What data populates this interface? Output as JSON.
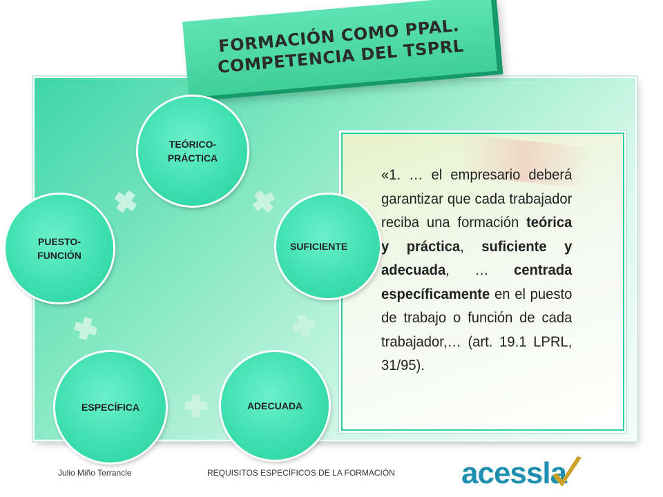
{
  "title": {
    "line1": "FORMACIÓN COMO PPAL.",
    "line2": "COMPETENCIA DEL TSPRL"
  },
  "diagram": {
    "nodes": [
      {
        "id": "teorico-practica",
        "label": "TEÓRICO-\nPRÁCTICA"
      },
      {
        "id": "suficiente",
        "label": "SUFICIENTE"
      },
      {
        "id": "adecuada",
        "label": "ADECUADA"
      },
      {
        "id": "especifica",
        "label": "ESPECÍFICA"
      },
      {
        "id": "puesto-funcion",
        "label": "PUESTO-\nFUNCIÓN"
      }
    ],
    "connector_icon": "plus-icon"
  },
  "quote": {
    "segments": [
      {
        "text": "«1. … el empresario deberá garantizar que cada trabajador reciba una formación ",
        "bold": false
      },
      {
        "text": "teórica y práctica",
        "bold": true
      },
      {
        "text": ", ",
        "bold": false
      },
      {
        "text": "suficiente y adecuada",
        "bold": true
      },
      {
        "text": ", … ",
        "bold": false
      },
      {
        "text": "centrada específicamente",
        "bold": true
      },
      {
        "text": " en el puesto de trabajo o función de cada trabajador,… (art. 19.1 LPRL, 31/95).",
        "bold": false
      }
    ]
  },
  "footer": {
    "author": "Julio Miño Terrancle",
    "subject": "REQUISITOS ESPECÍFICOS DE LA FORMACIÓN",
    "logo_text": "acessla",
    "logo_icon": "checkmark-icon"
  },
  "colors": {
    "accent": "#3fe0b0",
    "plus": "#c8f2e2",
    "logo_blue": "#1f8fb0",
    "logo_check": "#c9a227"
  }
}
